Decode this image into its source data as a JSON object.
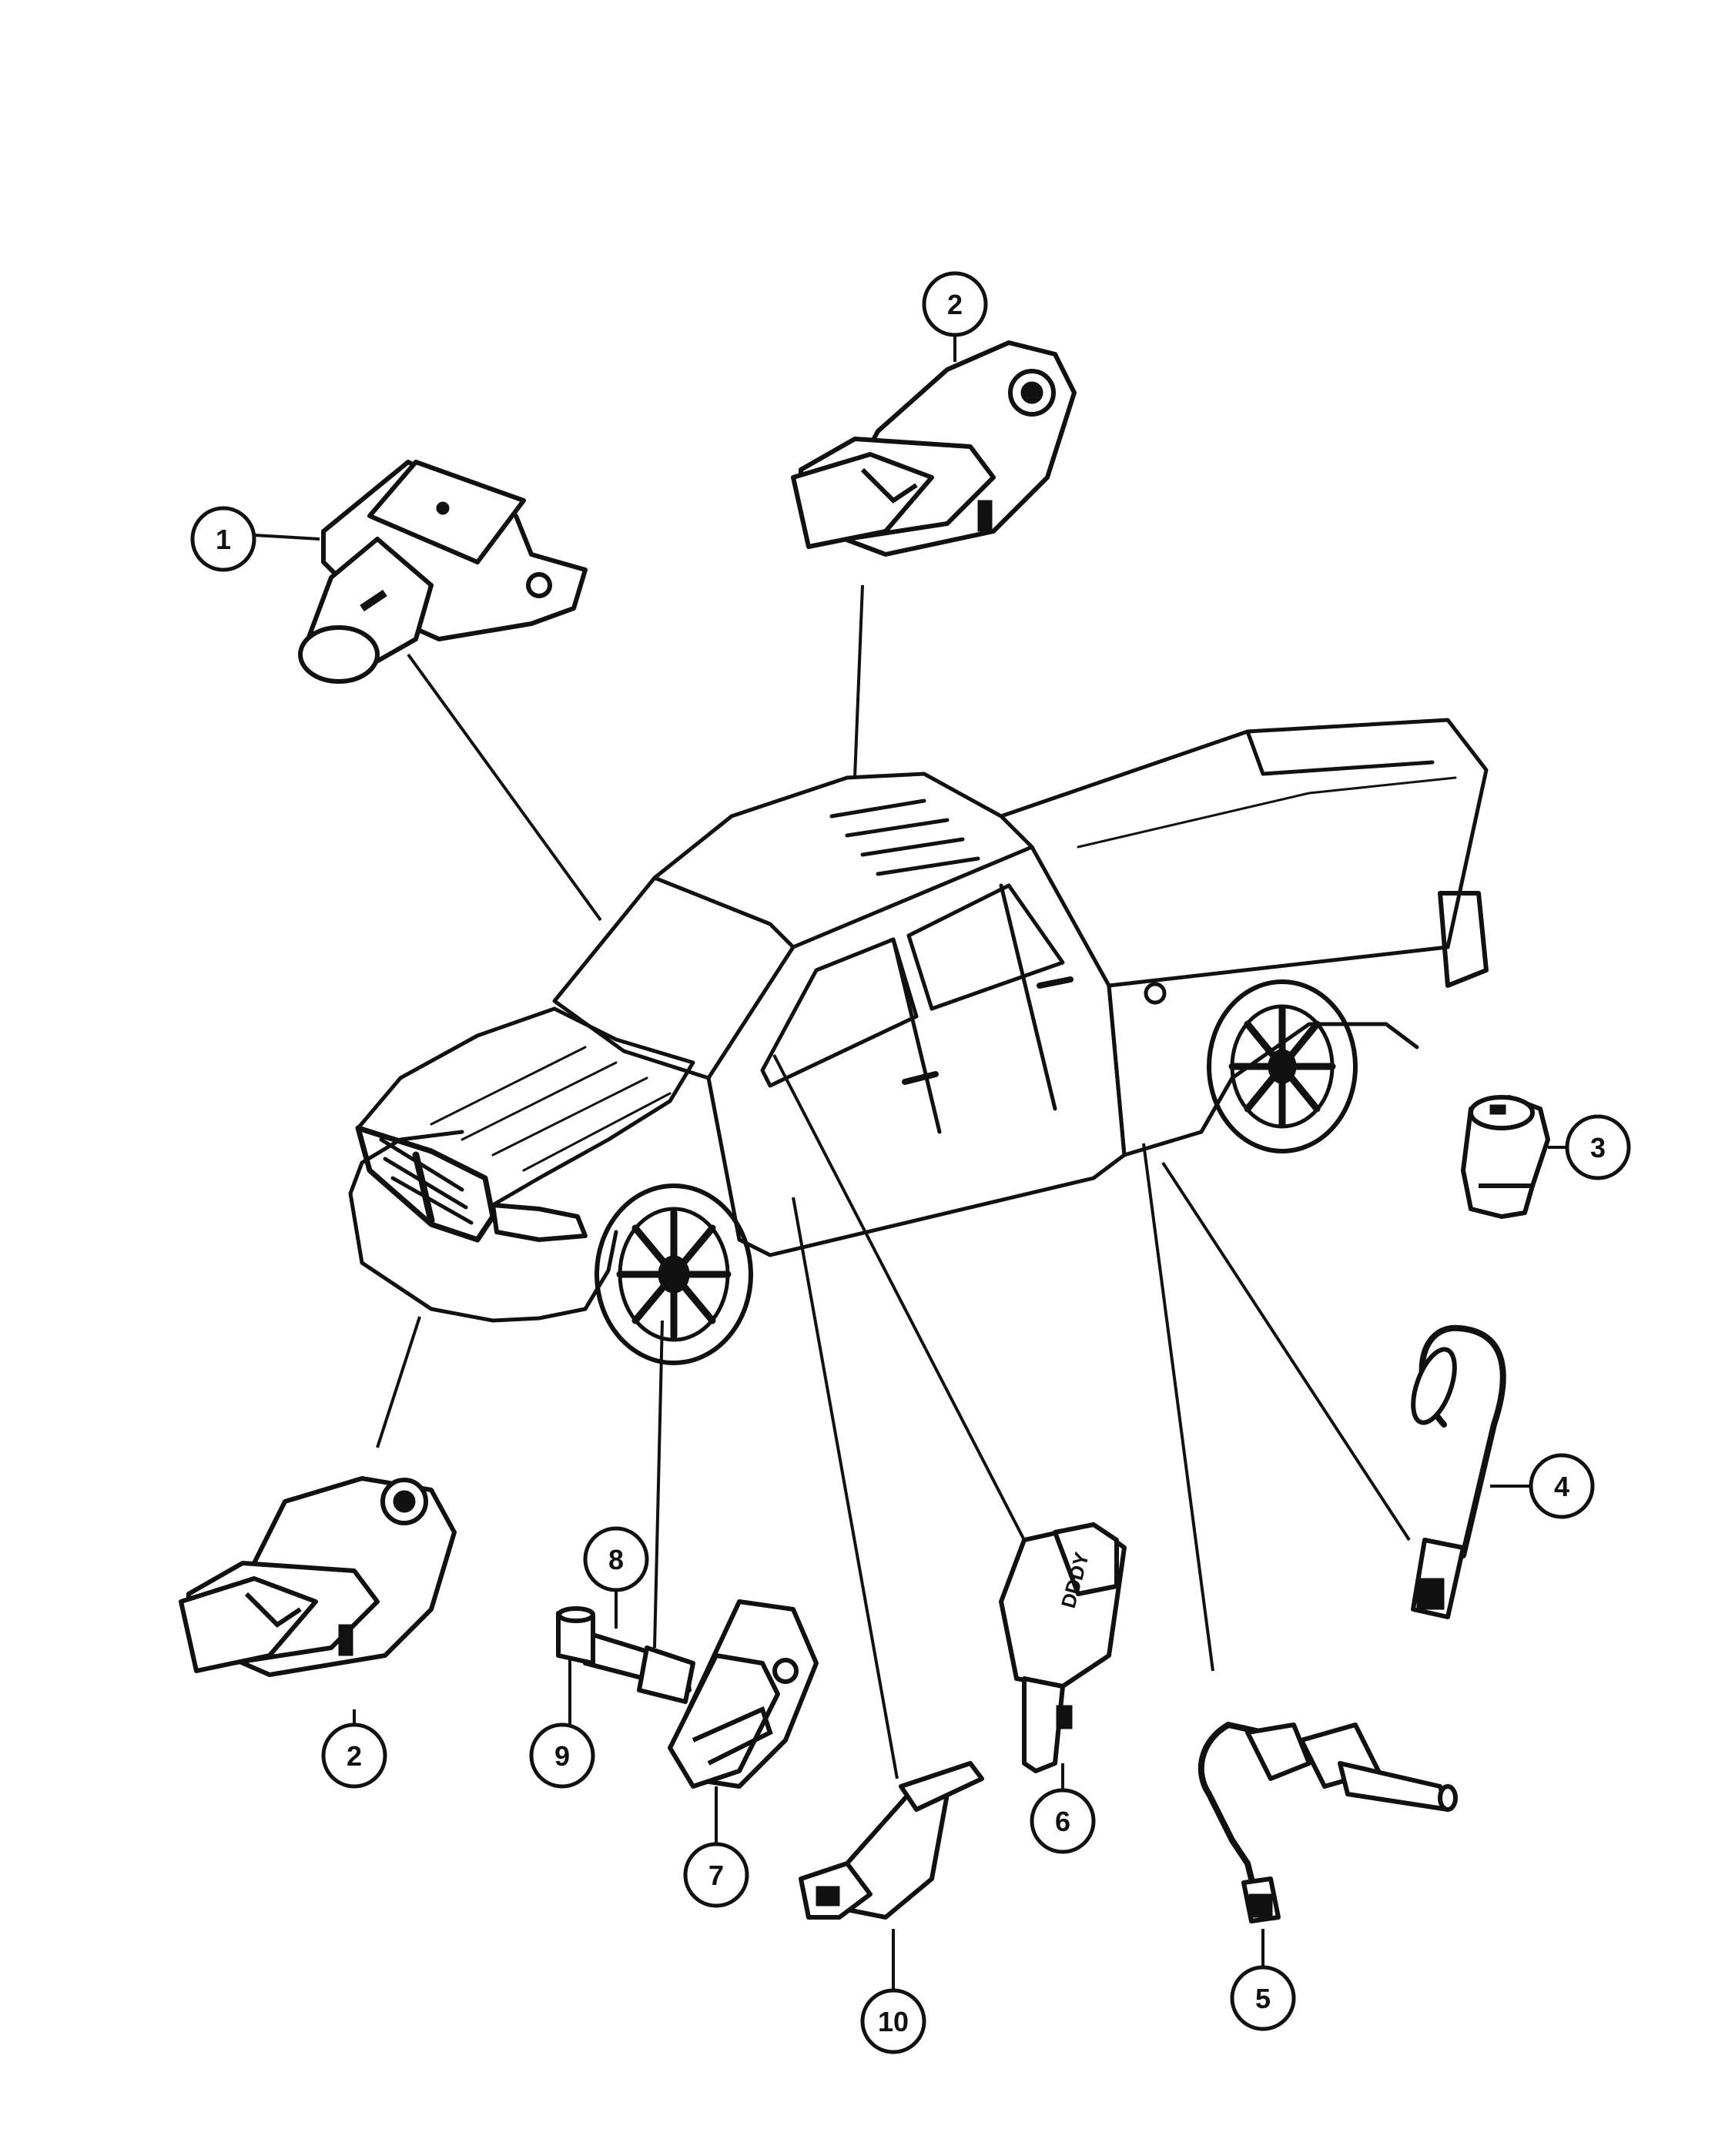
{
  "callouts": [
    {
      "id": "c1",
      "label": "1"
    },
    {
      "id": "c2a",
      "label": "2"
    },
    {
      "id": "c2b",
      "label": "2"
    },
    {
      "id": "c3",
      "label": "3"
    },
    {
      "id": "c4",
      "label": "4"
    },
    {
      "id": "c5",
      "label": "5"
    },
    {
      "id": "c6",
      "label": "6"
    },
    {
      "id": "c7",
      "label": "7"
    },
    {
      "id": "c8",
      "label": "8"
    },
    {
      "id": "c9",
      "label": "9"
    },
    {
      "id": "c10",
      "label": "10"
    }
  ],
  "part6": {
    "stamp": "DDDY"
  }
}
